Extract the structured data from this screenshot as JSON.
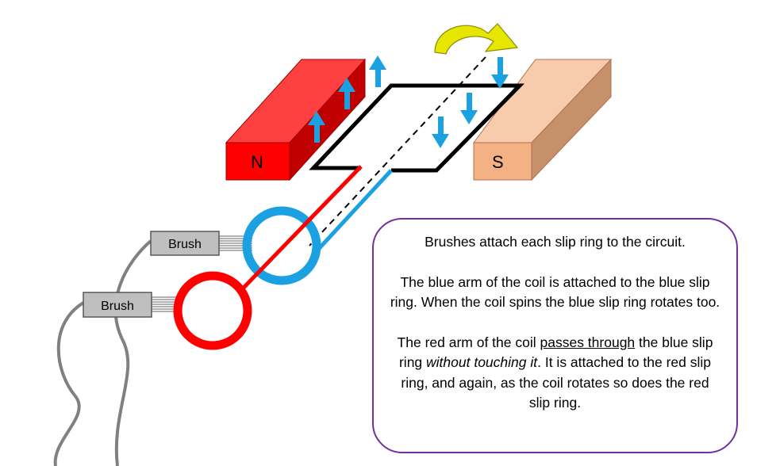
{
  "magnet_n": {
    "label": "N",
    "front": "#FF0000",
    "top": "#FF4040",
    "side": "#C00000"
  },
  "magnet_s": {
    "label": "S",
    "front": "#F4B183",
    "top": "#F8CBAD",
    "side": "#C5906A"
  },
  "brush_top": {
    "label": "Brush"
  },
  "brush_bottom": {
    "label": "Brush"
  },
  "colors": {
    "blue": "#1BA1E2",
    "red": "#FF0000",
    "coil": "#000000",
    "rotation_arrow": "#E6E600",
    "brush_fill": "#BFBFBF",
    "wire": "#808080",
    "box_border": "#7030A0"
  },
  "info": {
    "p1": "Brushes attach each slip ring to the circuit.",
    "p2": "The blue arm of the coil is attached to the blue slip ring. When the coil spins the blue slip ring rotates too.",
    "p3_a": "The red arm of the coil ",
    "p3_u": "passes through",
    "p3_b": " the blue slip ring ",
    "p3_i": "without touching it",
    "p3_c": ". It is attached to the red slip ring, and again, as the coil rotates so does the red slip ring."
  }
}
